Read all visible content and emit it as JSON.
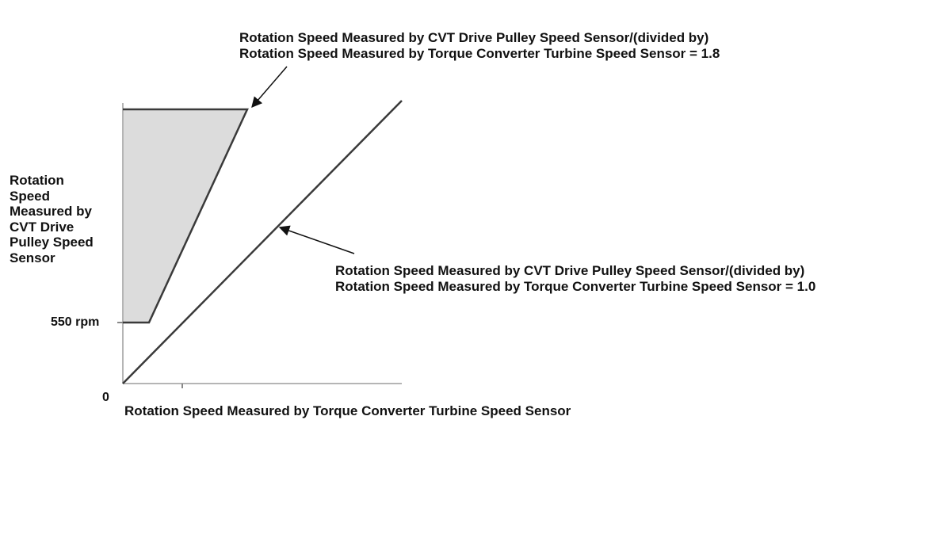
{
  "diagram": {
    "annotation_ratio_1_8": {
      "line1": "Rotation Speed Measured by CVT Drive Pulley Speed Sensor/(divided by)",
      "line2": "Rotation Speed Measured by Torque Converter Turbine Speed Sensor = 1.8"
    },
    "annotation_ratio_1_0": {
      "line1": "Rotation Speed Measured by CVT Drive Pulley Speed Sensor/(divided by)",
      "line2": "Rotation Speed Measured by Torque Converter Turbine Speed Sensor = 1.0"
    },
    "y_axis_label": "Rotation\nSpeed\nMeasured by\nCVT Drive\nPulley Speed\nSensor",
    "y_tick_label": "550 rpm",
    "origin_label": "0",
    "x_axis_label": "Rotation Speed Measured by Torque Converter Turbine Speed Sensor",
    "colors": {
      "line": "#3a3a3a",
      "shaded_region": "#dcdcdc",
      "axis": "#b5b5b5"
    }
  }
}
